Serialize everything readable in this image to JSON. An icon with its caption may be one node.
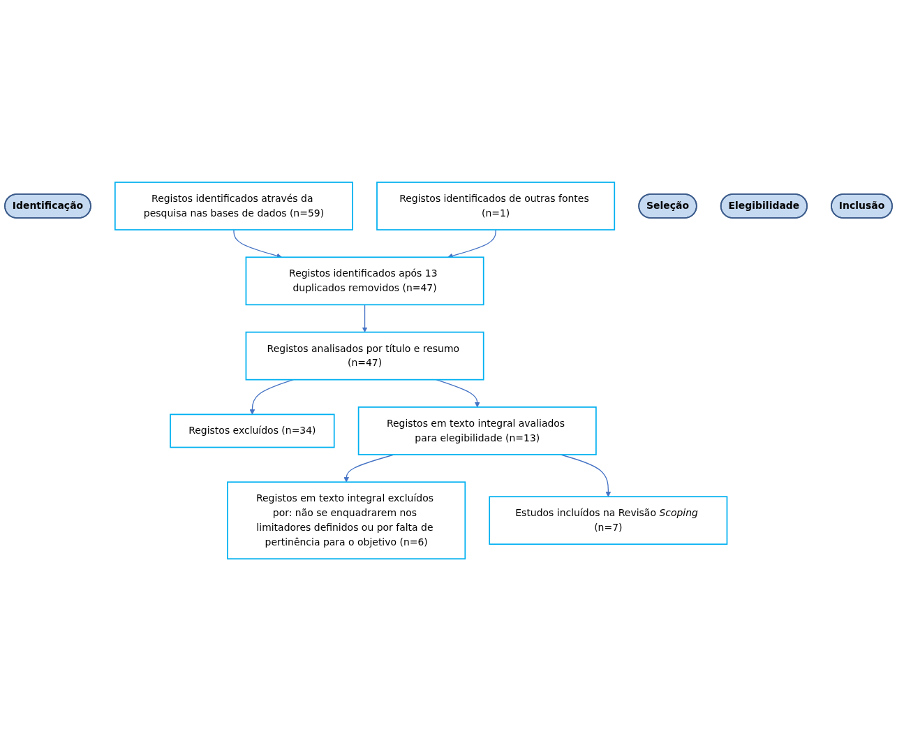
{
  "diagram": {
    "nodes": [
      {
        "text": [
          "Identificação"
        ]
      },
      {
        "text": [
          "Registos identificados através da pesquisa nas bases de dados (n=59)"
        ]
      },
      {
        "text": [
          "Registos identificados de outras fontes (n=1)"
        ]
      },
      {
        "text": [
          "Seleção"
        ]
      },
      {
        "text": [
          "Registos identificados após 13 duplicados removidos (n=47)"
        ]
      },
      {
        "text": [
          "Registos analisados por título e resumo (n=47)"
        ]
      },
      {
        "text": [
          "Registos excluídos (n=34)"
        ]
      },
      {
        "text": [
          "Elegibilidade"
        ]
      },
      {
        "text": [
          "Registos em texto integral avaliados para elegibilidade (n=13)"
        ]
      },
      {
        "text": [
          "Registos em texto integral excluídos por: não se enquadrarem nos limitadores definidos ou por falta de pertinência para o objetivo (n=6)"
        ]
      },
      {
        "text": [
          "Inclusão"
        ]
      },
      {
        "text": [
          "Estudos incluídos na Revisão *Scoping* (n=7)"
        ]
      }
    ],
    "edges": [
      {
        "from": 1,
        "to": 4,
        "arrow": "to"
      },
      {
        "from": 2,
        "to": 4,
        "arrow": "to"
      },
      {
        "from": 4,
        "to": 5,
        "arrow": "to"
      },
      {
        "from": 5,
        "to": 6,
        "arrow": "to"
      },
      {
        "from": 5,
        "to": 8,
        "arrow": "to"
      },
      {
        "from": 8,
        "to": 9,
        "arrow": "to"
      },
      {
        "from": 8,
        "to": 11,
        "arrow": "to"
      }
    ]
  }
}
